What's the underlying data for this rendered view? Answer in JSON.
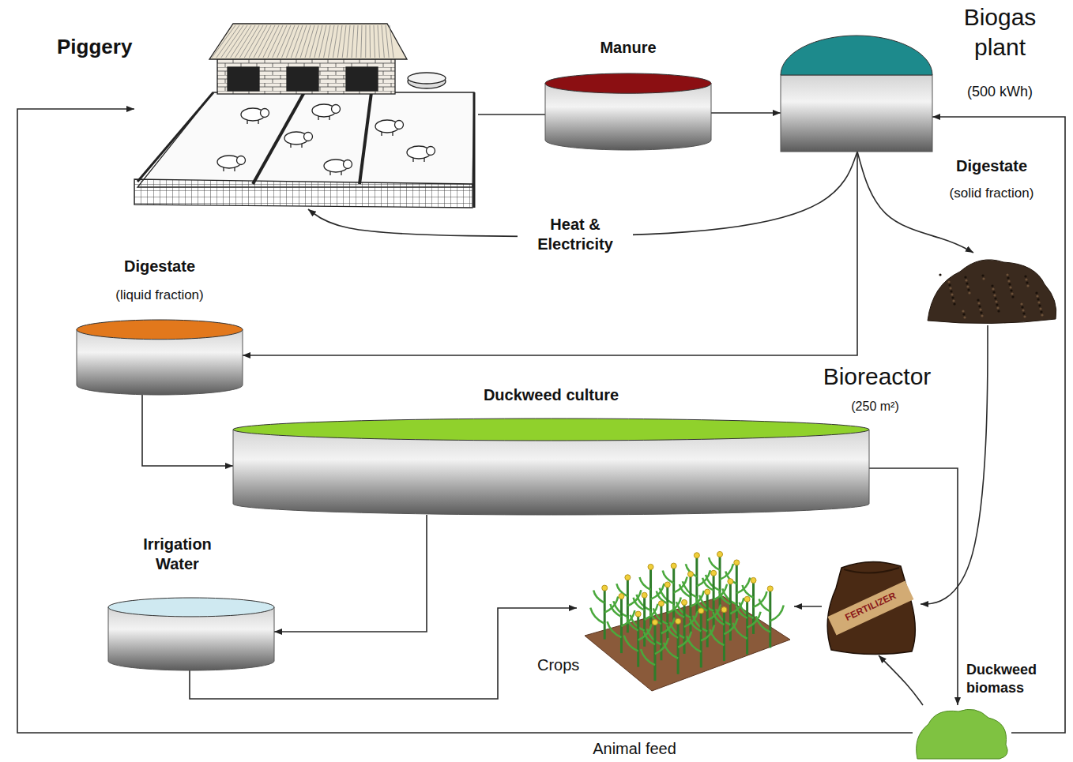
{
  "diagram": {
    "nodes": [
      {
        "text": [
          "Piggery"
        ]
      },
      {
        "text": [
          "Manure"
        ]
      },
      {
        "text": [
          "Biogas plant",
          "(500 kWh)"
        ]
      },
      {
        "text": [
          "Digestate",
          "(solid fraction)"
        ]
      },
      {
        "text": [
          "Digestate",
          "(liquid fraction)"
        ]
      },
      {
        "text": [
          "Duckweed culture"
        ]
      },
      {
        "text": [
          "Irrigation Water"
        ]
      },
      {
        "text": [
          "Crops"
        ]
      },
      {
        "text": [
          "FERTILIZER"
        ]
      },
      {
        "text": [
          "Duckweed biomass"
        ]
      }
    ],
    "edges": [
      {
        "from": 0,
        "to": 1,
        "arrow": "none"
      },
      {
        "from": 1,
        "to": 2,
        "arrow": "to"
      },
      {
        "from": 2,
        "to": 0,
        "arrow": "to",
        "label": "Heat & Electricity"
      },
      {
        "from": 2,
        "to": 3,
        "arrow": "to"
      },
      {
        "from": 2,
        "to": 4,
        "arrow": "to"
      },
      {
        "from": 4,
        "to": 5,
        "arrow": "to"
      },
      {
        "from": 5,
        "to": 6,
        "arrow": "to"
      },
      {
        "from": 6,
        "to": 7,
        "arrow": "to"
      },
      {
        "from": 5,
        "to": 9,
        "arrow": "to"
      },
      {
        "from": 3,
        "to": 8,
        "arrow": "to"
      },
      {
        "from": 9,
        "to": 8,
        "arrow": "to"
      },
      {
        "from": 8,
        "to": 7,
        "arrow": "to"
      },
      {
        "from": 9,
        "to": 0,
        "arrow": "to",
        "label": "Animal feed"
      },
      {
        "from": 9,
        "to": 2,
        "arrow": "to"
      }
    ],
    "labels": [
      "Bioreactor",
      "(250 m²)"
    ]
  }
}
